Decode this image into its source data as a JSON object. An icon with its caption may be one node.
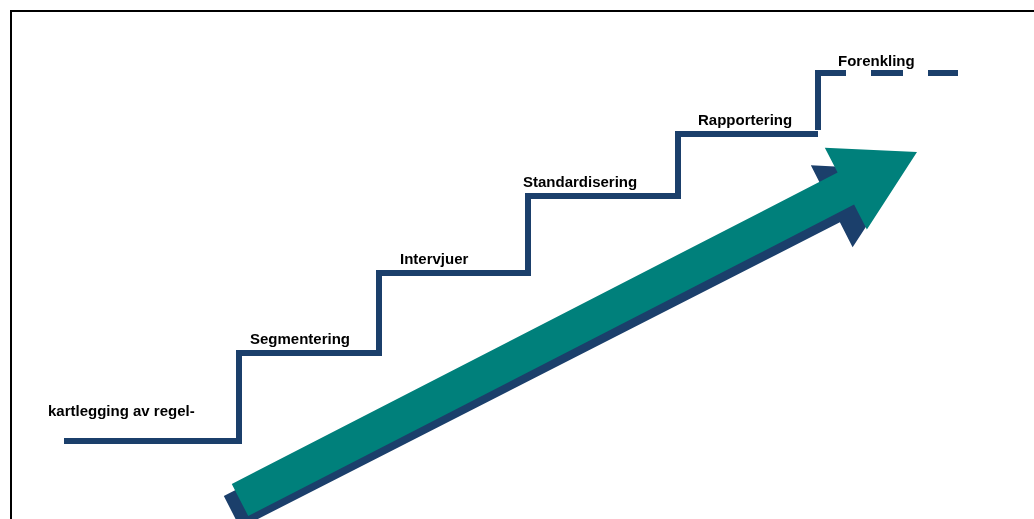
{
  "diagram": {
    "labels": [
      "kartlegging av regel-",
      "Segmentering",
      "Intervjuer",
      "Standardisering",
      "Rapportering",
      "Forenkling"
    ]
  }
}
